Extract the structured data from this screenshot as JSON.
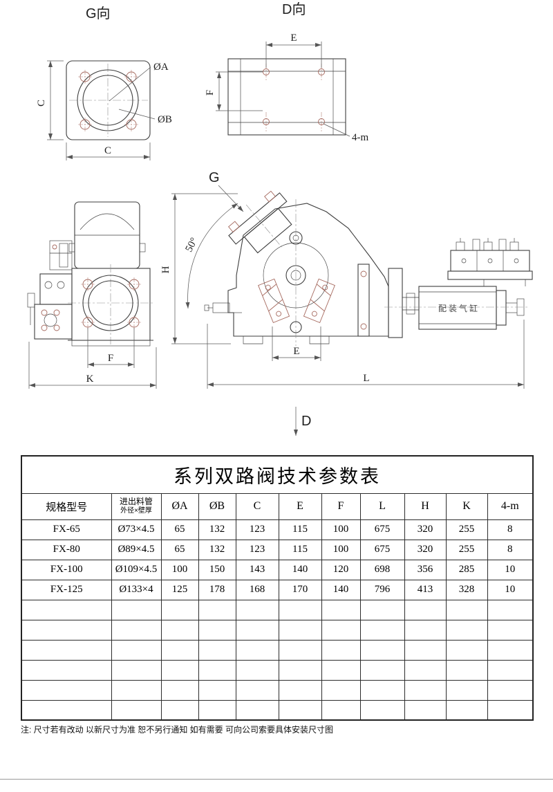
{
  "drawing": {
    "g_view": {
      "title": "G向",
      "dia_a": "ØA",
      "dia_b": "ØB",
      "dim_c_vertical": "C",
      "dim_c_horizontal": "C"
    },
    "d_view": {
      "title": "D向",
      "dim_e": "E",
      "dim_f": "F",
      "holes_label": "4-m"
    },
    "front_view": {
      "dim_f": "F",
      "dim_k": "K"
    },
    "side_view": {
      "view_g_label": "G",
      "angle_label": "50°",
      "dim_h": "H",
      "dim_e": "E",
      "dim_l": "L",
      "view_d_label": "D",
      "cylinder_note": "配装气缸"
    }
  },
  "table": {
    "title": "系列双路阀技术参数表",
    "col_model": "规格型号",
    "col_pipe_line1": "进出料管",
    "col_pipe_line2": "外径×壁厚",
    "cols": [
      "ØA",
      "ØB",
      "C",
      "E",
      "F",
      "L",
      "H",
      "K",
      "4-m"
    ],
    "rows": [
      [
        "FX-65",
        "Ø73×4.5",
        "65",
        "132",
        "123",
        "115",
        "100",
        "675",
        "320",
        "255",
        "8"
      ],
      [
        "FX-80",
        "Ø89×4.5",
        "65",
        "132",
        "123",
        "115",
        "100",
        "675",
        "320",
        "255",
        "8"
      ],
      [
        "FX-100",
        "Ø109×4.5",
        "100",
        "150",
        "143",
        "140",
        "120",
        "698",
        "356",
        "285",
        "10"
      ],
      [
        "FX-125",
        "Ø133×4",
        "125",
        "178",
        "168",
        "170",
        "140",
        "796",
        "413",
        "328",
        "10"
      ]
    ],
    "empty_rows": 6
  },
  "note": "注: 尺寸若有改动  以新尺寸为准  恕不另行通知  如有需要  可向公司索要具体安装尺寸图"
}
